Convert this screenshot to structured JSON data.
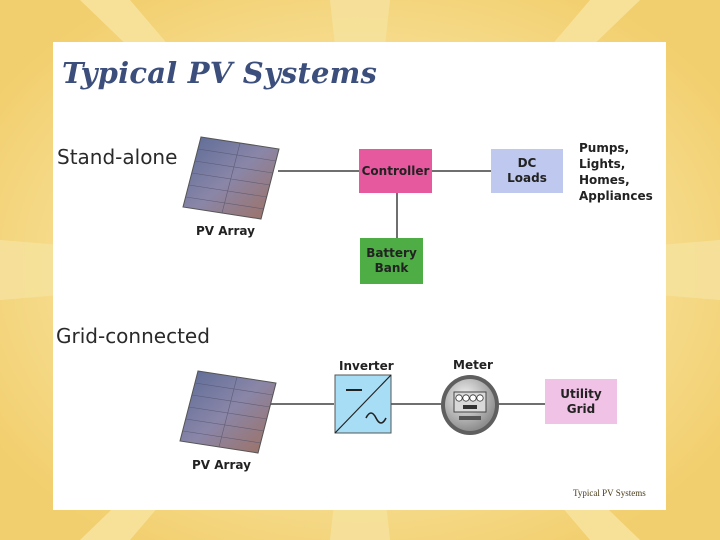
{
  "slide": {
    "title": "Typical PV Systems",
    "footer": "Typical PV Systems",
    "colors": {
      "background": "#f3d275",
      "title": "#3c4f7c",
      "controller": "#e6599f",
      "dc_loads": "#bfc9ef",
      "battery": "#4fad46",
      "utility": "#f0c2e6",
      "inverter": "#a8def5"
    }
  },
  "standalone": {
    "heading": "Stand-alone",
    "pv_label": "PV Array",
    "controller": "Controller",
    "dc_loads": "DC\nLoads",
    "loads_list": "Pumps,\nLights,\nHomes,\nAppliances",
    "battery": "Battery\nBank"
  },
  "grid": {
    "heading": "Grid-connected",
    "pv_label": "PV Array",
    "inverter_label": "Inverter",
    "meter_label": "Meter",
    "utility": "Utility\nGrid"
  }
}
